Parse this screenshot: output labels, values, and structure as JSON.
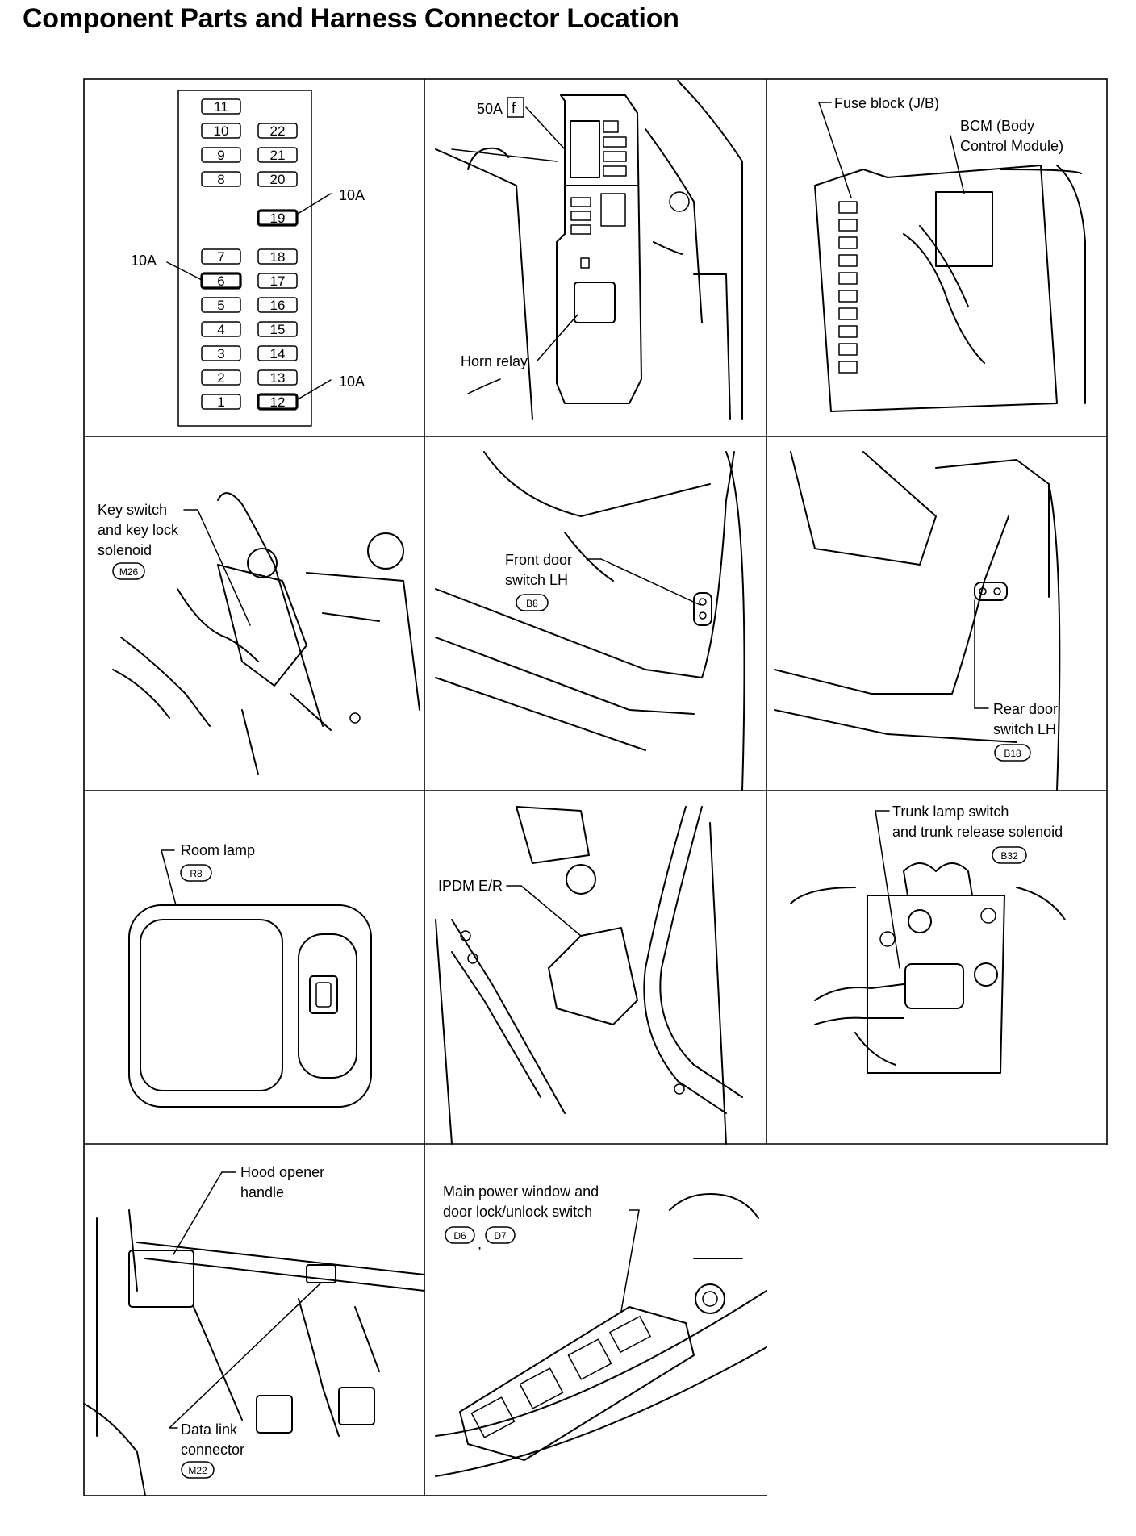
{
  "title": "Component Parts and Harness Connector Location",
  "fuse_block": {
    "left_column": [
      "11",
      "10",
      "9",
      "8",
      "7",
      "6",
      "5",
      "4",
      "3",
      "2",
      "1"
    ],
    "right_column": [
      "22",
      "21",
      "20",
      "19",
      "18",
      "17",
      "16",
      "15",
      "14",
      "13",
      "12"
    ],
    "labels": {
      "f19": "10A",
      "f6": "10A",
      "f12": "10A"
    }
  },
  "panels": {
    "p2": {
      "fuse_rating": "50A",
      "fuse_letter": "f",
      "horn_relay": "Horn relay"
    },
    "p3": {
      "fuse_block": "Fuse block (J/B)",
      "bcm_line1": "BCM (Body",
      "bcm_line2": "Control Module)"
    },
    "p4": {
      "line1": "Key switch",
      "line2": "and key lock",
      "line3": "solenoid",
      "connector": "M26"
    },
    "p5": {
      "line1": "Front door",
      "line2": "switch LH",
      "connector": "B8"
    },
    "p6": {
      "line1": "Rear door",
      "line2": "switch LH",
      "connector": "B18"
    },
    "p7": {
      "line1": "Room lamp",
      "connector": "R8"
    },
    "p8": {
      "line1": "IPDM E/R"
    },
    "p9": {
      "line1": "Trunk lamp switch",
      "line2": "and trunk release solenoid",
      "connector": "B32"
    },
    "p10": {
      "hood1": "Hood opener",
      "hood2": "handle",
      "dlc1": "Data link",
      "dlc2": "connector",
      "connector": "M22"
    },
    "p11": {
      "line1": "Main power window and",
      "line2": "door lock/unlock switch",
      "connector1": "D6",
      "sep": ",",
      "connector2": "D7"
    }
  }
}
